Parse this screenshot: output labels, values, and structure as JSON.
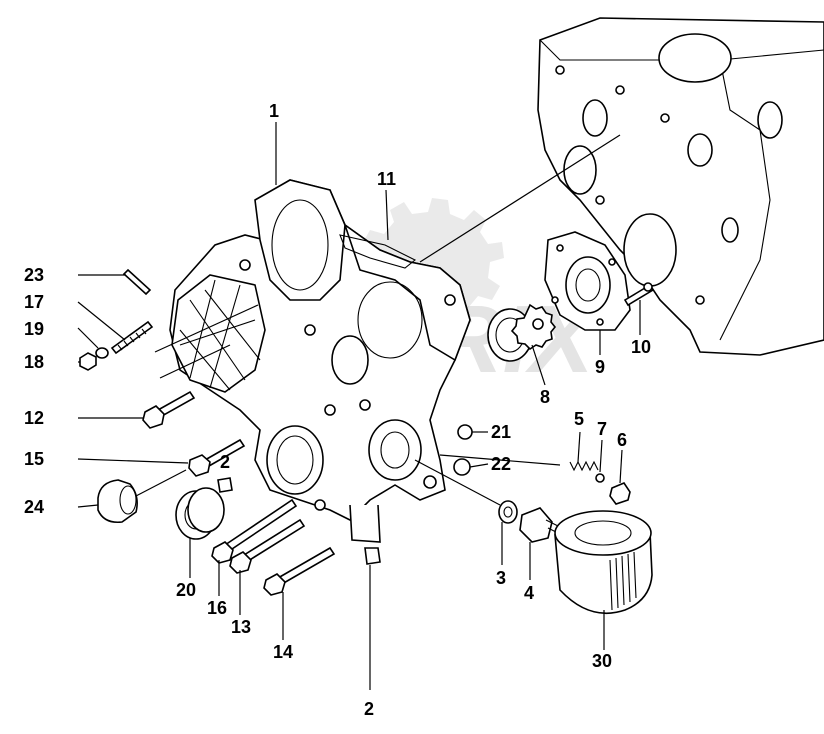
{
  "watermark_text": "ZORIX",
  "labels": [
    {
      "id": "1",
      "text": "1"
    },
    {
      "id": "11",
      "text": "11"
    },
    {
      "id": "23",
      "text": "23"
    },
    {
      "id": "17",
      "text": "17"
    },
    {
      "id": "19",
      "text": "19"
    },
    {
      "id": "18",
      "text": "18"
    },
    {
      "id": "12",
      "text": "12"
    },
    {
      "id": "15",
      "text": "15"
    },
    {
      "id": "2a",
      "text": "2"
    },
    {
      "id": "24",
      "text": "24"
    },
    {
      "id": "20",
      "text": "20"
    },
    {
      "id": "16",
      "text": "16"
    },
    {
      "id": "13",
      "text": "13"
    },
    {
      "id": "14",
      "text": "14"
    },
    {
      "id": "2b",
      "text": "2"
    },
    {
      "id": "21",
      "text": "21"
    },
    {
      "id": "22",
      "text": "22"
    },
    {
      "id": "8",
      "text": "8"
    },
    {
      "id": "9",
      "text": "9"
    },
    {
      "id": "10",
      "text": "10"
    },
    {
      "id": "5",
      "text": "5"
    },
    {
      "id": "7",
      "text": "7"
    },
    {
      "id": "6",
      "text": "6"
    },
    {
      "id": "3",
      "text": "3"
    },
    {
      "id": "4",
      "text": "4"
    },
    {
      "id": "30",
      "text": "30"
    }
  ]
}
